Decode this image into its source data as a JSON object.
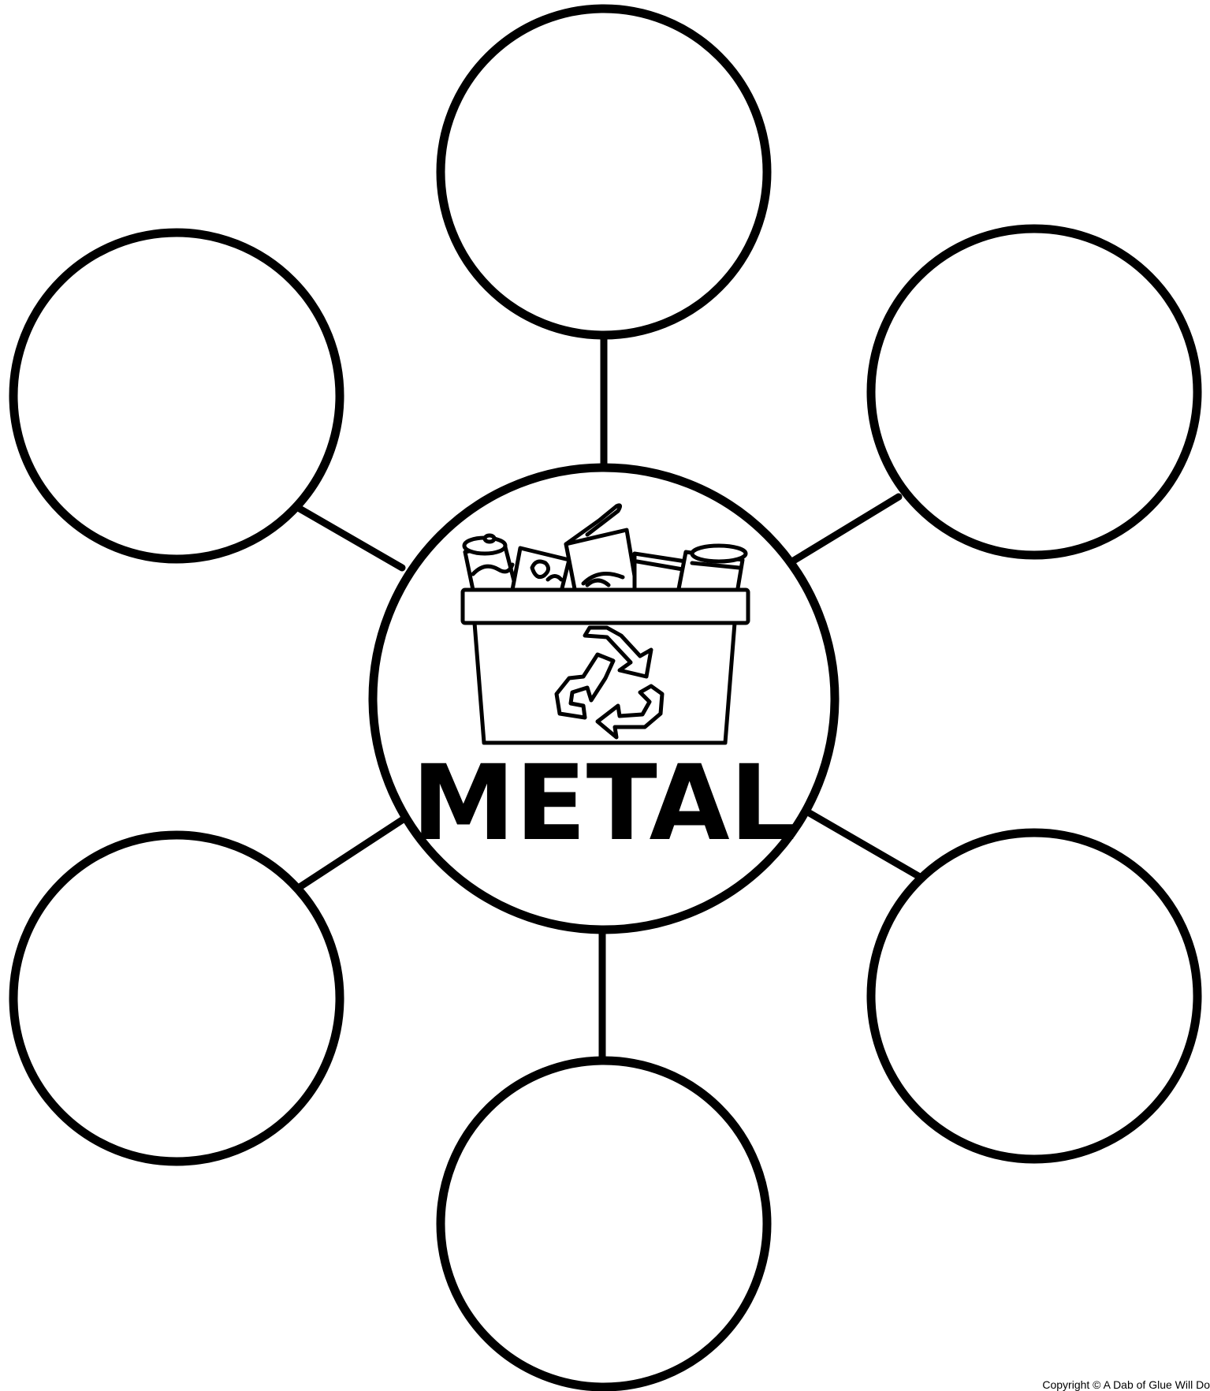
{
  "center": {
    "label": "METAL",
    "icon": "recycling-bin-with-cans-icon"
  },
  "bubbles": [
    {
      "id": "top",
      "text": ""
    },
    {
      "id": "upper-right",
      "text": ""
    },
    {
      "id": "lower-right",
      "text": ""
    },
    {
      "id": "bottom",
      "text": ""
    },
    {
      "id": "lower-left",
      "text": ""
    },
    {
      "id": "upper-left",
      "text": ""
    }
  ],
  "footer": {
    "copyright": "Copyright © A Dab of Glue Will Do"
  },
  "colors": {
    "stroke": "#000000",
    "background": "#ffffff"
  }
}
